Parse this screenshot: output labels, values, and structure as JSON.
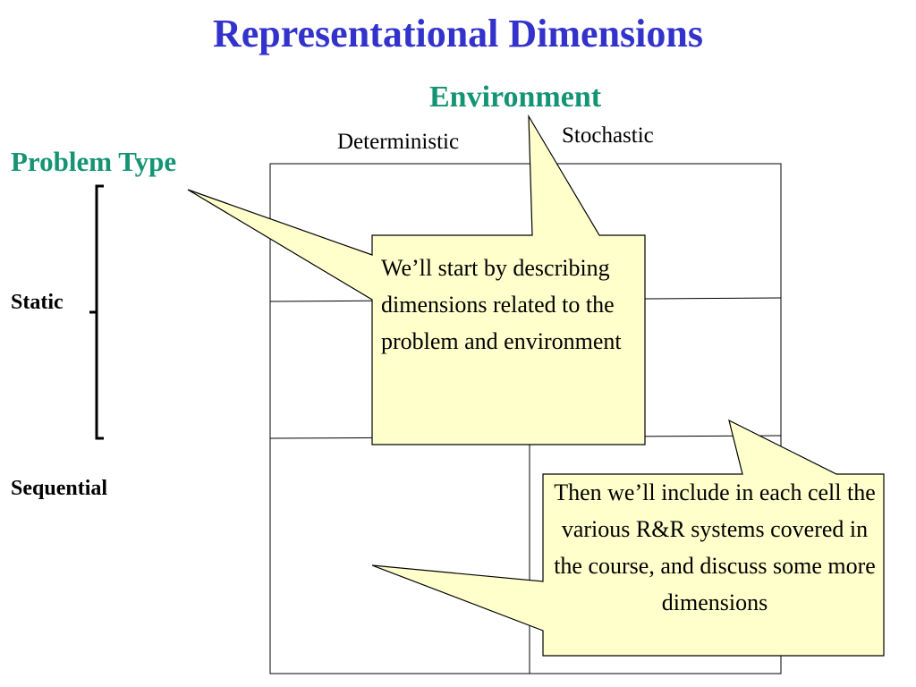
{
  "title": "Representational Dimensions",
  "colors": {
    "title": "#3333cc",
    "accent": "#149474",
    "callout_fill": "#ffffcc",
    "line": "#000000"
  },
  "environment": {
    "label": "Environment",
    "columns": [
      "Deterministic",
      "Stochastic"
    ]
  },
  "problem_type": {
    "label": "Problem Type",
    "rows": [
      "Static",
      "Sequential"
    ]
  },
  "callouts": [
    {
      "text": "We’ll start by describing dimensions related to the problem and environment"
    },
    {
      "text": "Then we’ll include in each cell the various R&R systems covered in the course, and discuss some more dimensions"
    }
  ]
}
